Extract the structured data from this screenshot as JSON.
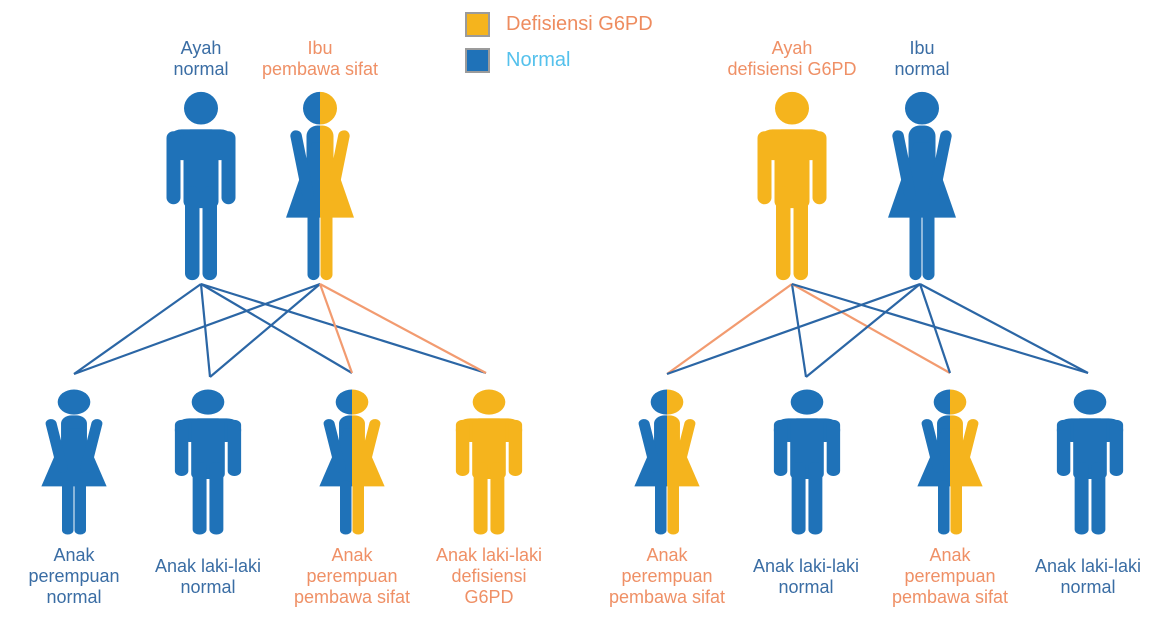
{
  "colors": {
    "figure_blue": "#1F72B8",
    "figure_yellow": "#F5B41D",
    "line_blue": "#2B66A5",
    "line_orange": "#F29B70",
    "label_blue": "#3A6DA4",
    "label_orange": "#EF9066",
    "legend_text_orange": "#EE8C5F",
    "legend_text_lightblue": "#55C1EC",
    "legend_swatch_border": "#9B9B9B"
  },
  "legend": {
    "items": [
      {
        "label": "Defisiensi G6PD",
        "swatch_color": "#F5B41D"
      },
      {
        "label": "Normal",
        "swatch_color": "#1F72B8"
      }
    ]
  },
  "left_family": {
    "parents": [
      {
        "role": "father",
        "label": "Ayah\nnormal",
        "gender": "male",
        "status": "normal"
      },
      {
        "role": "mother",
        "label": "Ibu\npembawa sifat",
        "gender": "female",
        "status": "carrier"
      }
    ],
    "children": [
      {
        "label": "Anak\nperempuan\nnormal",
        "gender": "female",
        "status": "normal"
      },
      {
        "label": "Anak laki-laki\nnormal",
        "gender": "male",
        "status": "normal"
      },
      {
        "label": "Anak\nperempuan\npembawa sifat",
        "gender": "female",
        "status": "carrier"
      },
      {
        "label": "Anak laki-laki\ndefisiensi\nG6PD",
        "gender": "male",
        "status": "affected"
      }
    ],
    "father_line_colors": [
      "blue",
      "blue",
      "blue",
      "blue"
    ],
    "mother_line_colors": [
      "blue",
      "blue",
      "orange",
      "orange"
    ]
  },
  "right_family": {
    "parents": [
      {
        "role": "father",
        "label": "Ayah\ndefisiensi G6PD",
        "gender": "male",
        "status": "affected"
      },
      {
        "role": "mother",
        "label": "Ibu\nnormal",
        "gender": "female",
        "status": "normal"
      }
    ],
    "children": [
      {
        "label": "Anak\nperempuan\npembawa sifat",
        "gender": "female",
        "status": "carrier"
      },
      {
        "label": "Anak laki-laki\nnormal",
        "gender": "male",
        "status": "normal"
      },
      {
        "label": "Anak\nperempuan\npembawa sifat",
        "gender": "female",
        "status": "carrier"
      },
      {
        "label": "Anak laki-laki\nnormal",
        "gender": "male",
        "status": "normal"
      }
    ],
    "father_line_colors": [
      "orange",
      "blue",
      "orange",
      "blue"
    ],
    "mother_line_colors": [
      "blue",
      "blue",
      "blue",
      "blue"
    ]
  }
}
